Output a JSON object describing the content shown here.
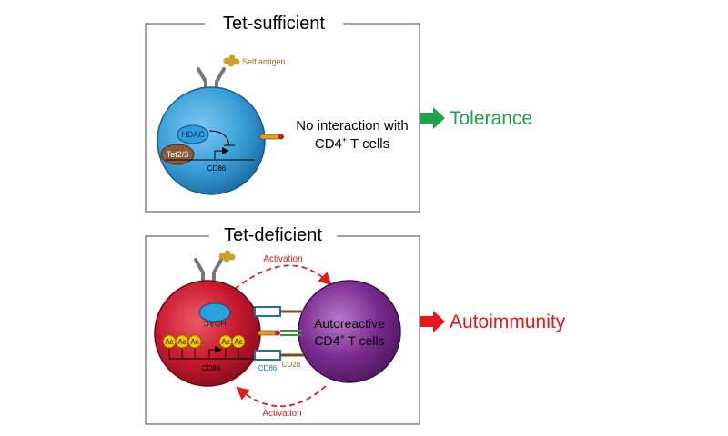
{
  "panels": {
    "sufficient": {
      "title": "Tet-sufficient",
      "self_antigen_label": "Self antigen",
      "hdac_label": "HDAC",
      "tet_label": "Tet2/3",
      "cd86_gene_label": "CD86",
      "message_line1": "No interaction with",
      "message_line2_main": "CD4",
      "message_line2_sup": "+",
      "message_line2_tail": " T cells",
      "outcome": "Tolerance"
    },
    "deficient": {
      "title": "Tet-deficient",
      "hdac_label": "HDAC",
      "acetyl_label": "Ac",
      "cd86_gene_label": "CD86",
      "activation_top": "Activation",
      "activation_bottom": "Activation",
      "tcell_line1": "Autoreactive",
      "tcell_line2_main": "CD4",
      "tcell_line2_sup": "+",
      "tcell_line2_tail": " T cells",
      "cd86_receptor_label": "CD86",
      "cd28_label": "CD28",
      "outcome": "Autoimmunity"
    }
  },
  "colors": {
    "blue_cell": "#3aa0d8",
    "red_cell": "#c8182e",
    "purple_cell": "#7a2a8e",
    "tolerance": "#1fa24a",
    "autoimmunity": "#e8141c",
    "antigen": "#c9a227",
    "activation": "#e21c1c",
    "cd86_label": "#1f6fb0",
    "cd28_label": "#8a5a10"
  }
}
